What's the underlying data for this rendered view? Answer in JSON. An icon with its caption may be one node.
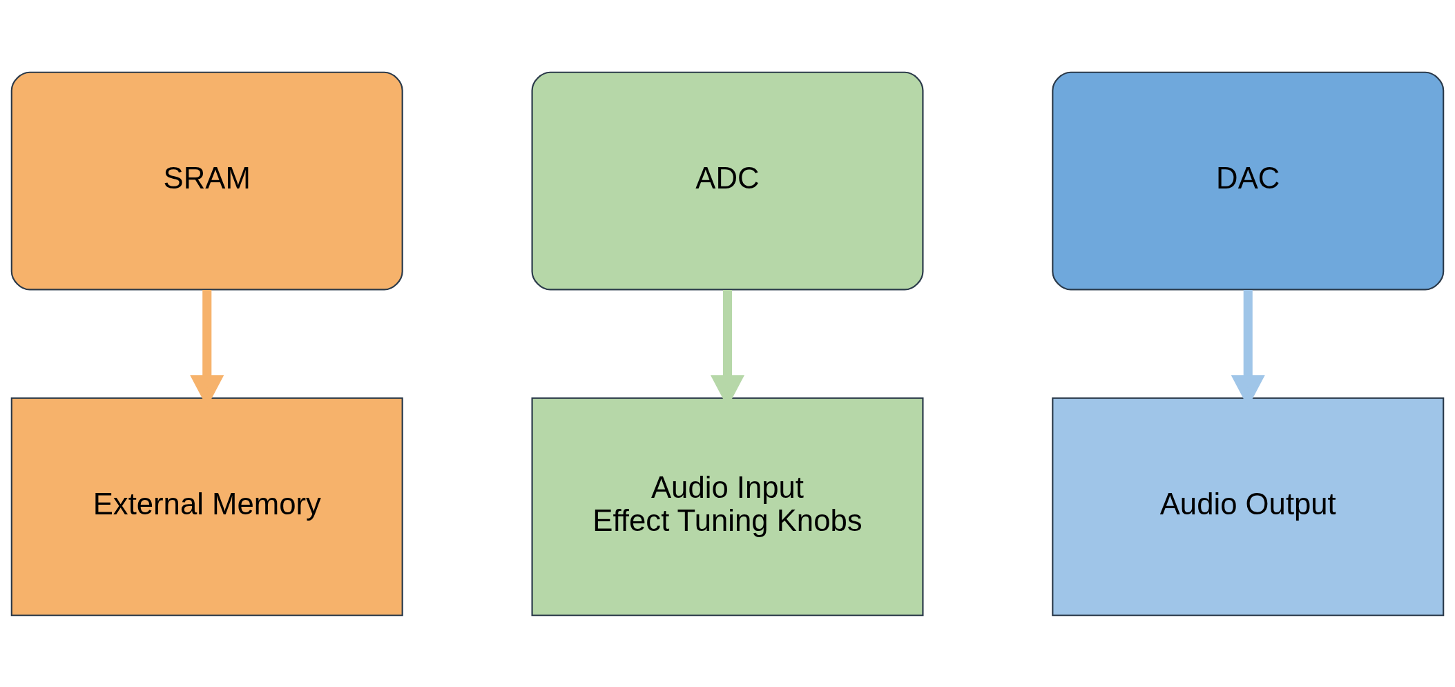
{
  "diagram": {
    "nodes": [
      {
        "text": [
          "SRAM"
        ]
      },
      {
        "text": [
          "ADC"
        ]
      },
      {
        "text": [
          "DAC"
        ]
      },
      {
        "text": [
          "External Memory"
        ]
      },
      {
        "text": [
          "Audio Input",
          "Effect Tuning Knobs"
        ]
      },
      {
        "text": [
          "Audio Output"
        ]
      }
    ],
    "edges": [
      {
        "from": 0,
        "to": 3,
        "arrow": "to",
        "color": "#f6b26b"
      },
      {
        "from": 1,
        "to": 4,
        "arrow": "to",
        "color": "#b6d7a8"
      },
      {
        "from": 2,
        "to": 5,
        "arrow": "to",
        "color": "#9fc5e8"
      }
    ]
  }
}
